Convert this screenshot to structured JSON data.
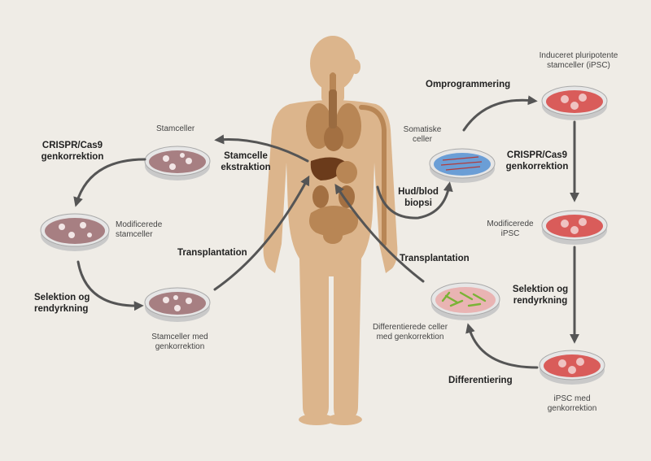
{
  "colors": {
    "background": "#efece6",
    "body": "#dcb58c",
    "organ": "#b88655",
    "liver": "#6b3b1b",
    "arrow": "#555555",
    "dish_rim": "#a8a8a8",
    "stem_media": "#a77f82",
    "ipsc_media": "#d95c5a",
    "somatic_media": "#6b9ed6",
    "diff_media": "#e9b4b3",
    "diff_cells": "#7ab336"
  },
  "labels": {
    "stamceller": "Stamceller",
    "stamcelle_ekstraktion": "Stamcelle\nekstraktion",
    "crispr_left": "CRISPR/Cas9\ngenkorrektion",
    "modificerede_stamceller": "Modificerede\nstamceller",
    "selektion_left": "Selektion og\nrendyrkning",
    "transplantation_left": "Transplantation",
    "stamceller_med": "Stamceller med\ngenkorrektion",
    "ipsc": "Induceret pluripotente\nstamceller (iPSC)",
    "omprogrammering": "Omprogrammering",
    "somatiske": "Somatiske\nceller",
    "crispr_right": "CRISPR/Cas9\ngenkorrektion",
    "hud_blod": "Hud/blod\nbiopsi",
    "modificerede_ipsc": "Modificerede\niPSC",
    "transplantation_right": "Transplantation",
    "selektion_right": "Selektion og\nrendyrkning",
    "differentierede": "Differentierede celler\nmed genkorrektion",
    "differentiering": "Differentiering",
    "ipsc_med": "iPSC med\ngenkorrektion"
  }
}
